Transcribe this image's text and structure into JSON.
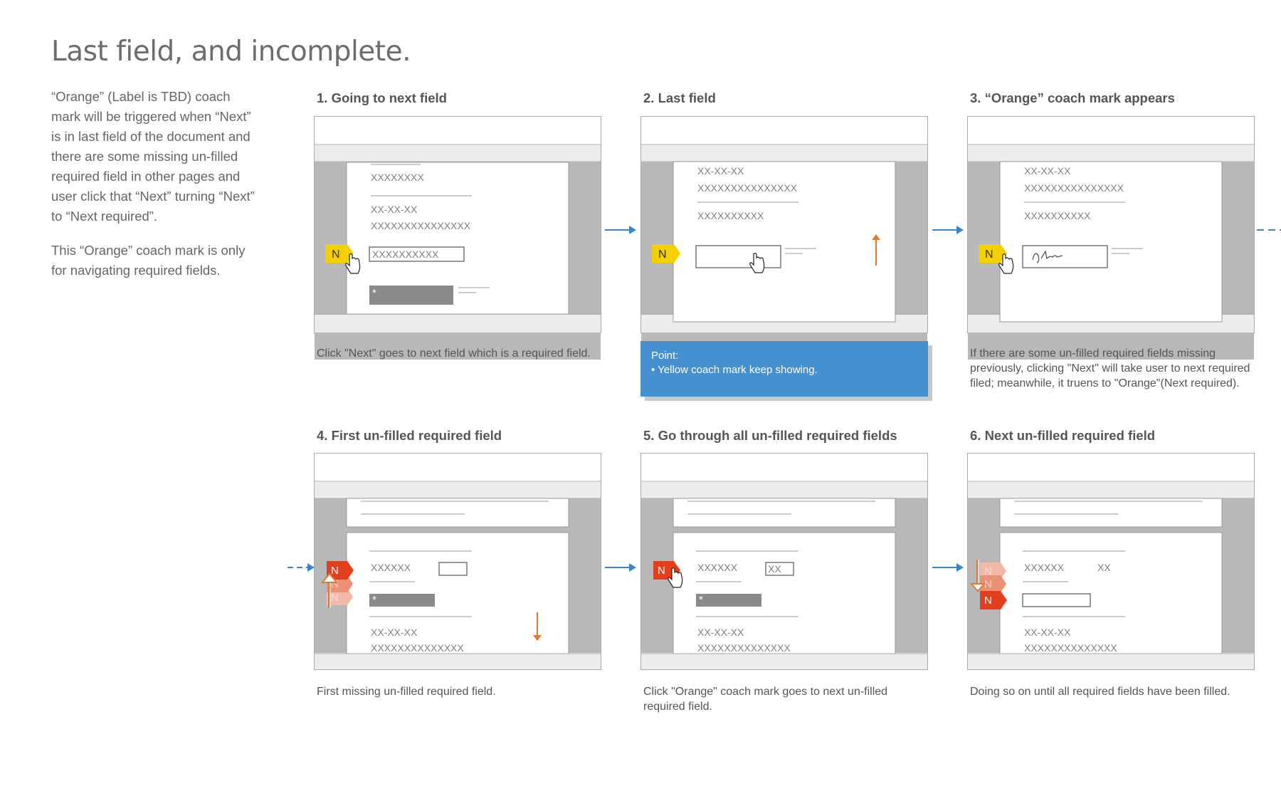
{
  "title": "Last field, and incomplete.",
  "intro": {
    "paragraph1": "“Orange” (Label is TBD) coach mark will be triggered when “Next” is in last field of the document and there are some missing un-filled required field in other pages and user click that “Next” turning “Next” to “Next required”.",
    "paragraph2": "This “Orange” coach mark is only for navigating required fields."
  },
  "steps": [
    {
      "title": "1. Going to next field",
      "caption": "Click \"Next\" goes to next field which is a required field."
    },
    {
      "title": "2. Last field",
      "caption": ""
    },
    {
      "title": "3. “Orange” coach mark appears",
      "caption": "If there are some un-filled required fields missing previously, clicking \"Next\" will take user to next required filed; meanwhile, it truens to \"Orange\"(Next required)."
    },
    {
      "title": "4. First un-filled required field",
      "caption": "First missing un-filled required field."
    },
    {
      "title": "5. Go through all un-filled required fields",
      "caption": "Click \"Orange\" coach mark goes to next un-filled required field."
    },
    {
      "title": "6. Next un-filled required field",
      "caption": "Doing so on until all required fields have been filled."
    }
  ],
  "note": {
    "label": "Point:",
    "text": "• Yellow coach mark keep showing."
  },
  "mock": {
    "badge_letter": "N",
    "star": "*",
    "x8": "XXXXXXXX",
    "x10": "XXXXXXXXXX",
    "x15": "XXXXXXXXXXXXXXX",
    "x14": "XXXXXXXXXXXXXX",
    "date": "XX-XX-XX",
    "x6": "XXXXXX",
    "xx": "XX"
  },
  "colors": {
    "yellow": "#f5d000",
    "orange": "#e2401c",
    "blue_arrow": "#3a86c8",
    "note_bg": "#4790cf",
    "gray_panel": "#b7b7b7"
  }
}
